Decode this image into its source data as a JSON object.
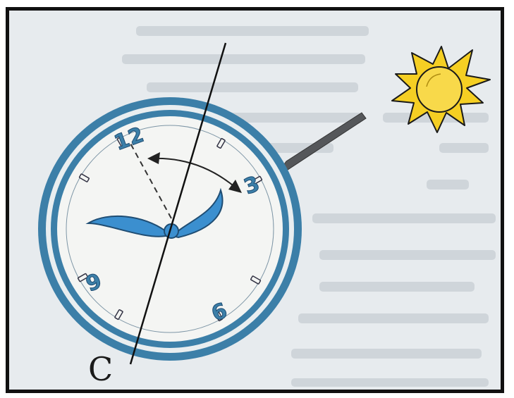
{
  "diagram": {
    "direction_label": "С",
    "hour_numerals": [
      "12",
      "3",
      "6",
      "9"
    ],
    "icons": [
      "sun-icon",
      "clock-icon",
      "shadow-stick-icon"
    ],
    "colors": {
      "clock_rim": "#3c7fa8",
      "clock_face": "#f4f5f3",
      "hands": "#3b8fcf",
      "sun_rays": "#f5cf23",
      "sun_core": "#f8d94a",
      "shadow_stick": "#55575a",
      "ink": "#1a1a1a",
      "background": "#e7ebee"
    }
  }
}
